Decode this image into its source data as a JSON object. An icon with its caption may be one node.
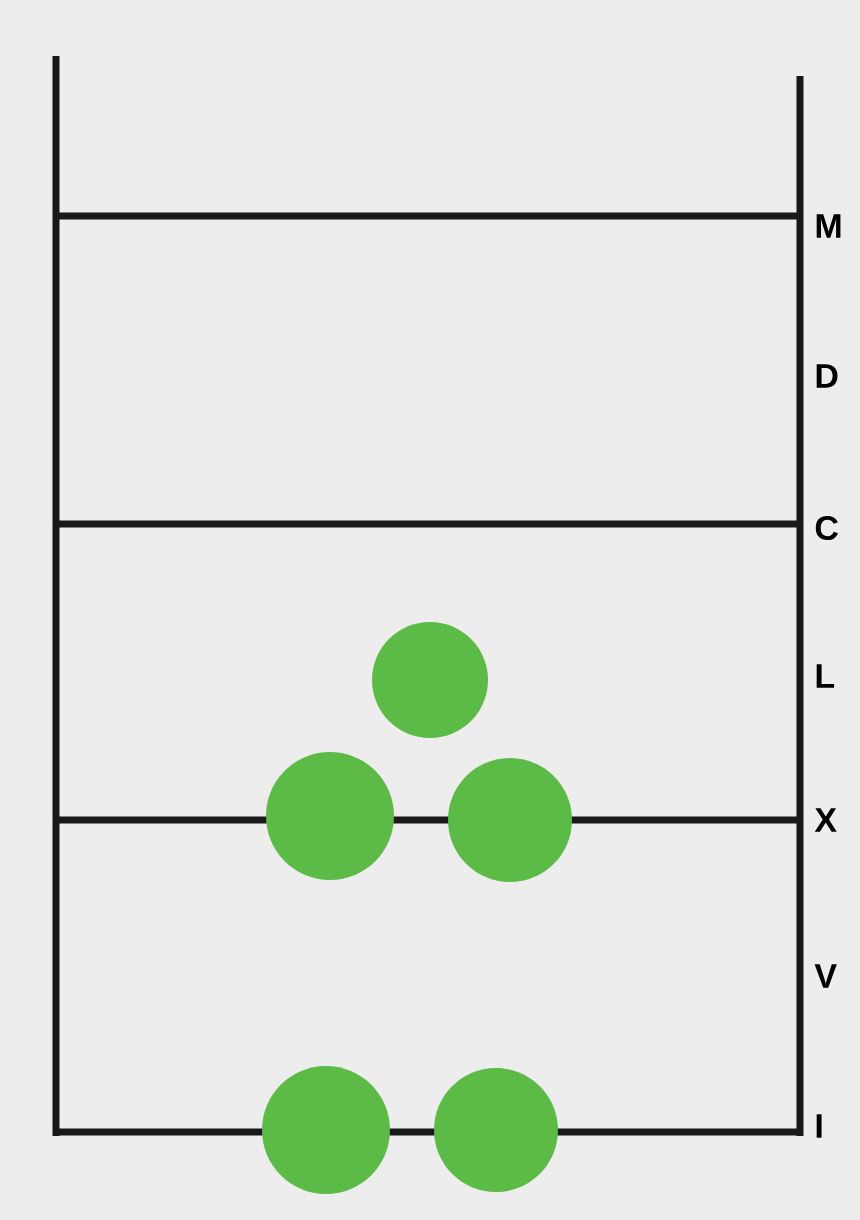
{
  "diagram": {
    "labels": [
      "M",
      "D",
      "C",
      "L",
      "X",
      "V",
      "I"
    ]
  }
}
